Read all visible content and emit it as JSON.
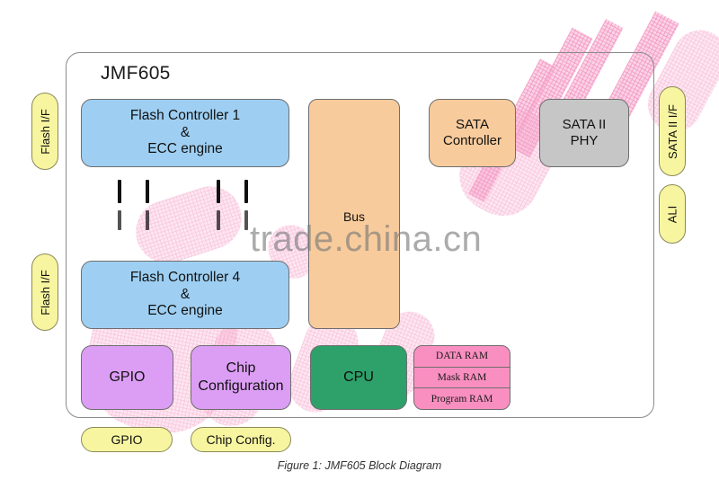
{
  "figure": {
    "caption": "Figure 1: JMF605 Block Diagram",
    "chip_title": "JMF605"
  },
  "colors": {
    "flash_controller": "#9ECFF2",
    "bus": "#F8CB9C",
    "sata_controller": "#F8CB9C",
    "sata_phy": "#C6C6C6",
    "gpio": "#DC9EF5",
    "chip_config": "#DC9EF5",
    "cpu": "#2EA06A",
    "ram": "#F98FC0",
    "interface_pill": "#F7F5A0",
    "container_border": "#8A8A8A"
  },
  "blocks": {
    "flash_controller_1": {
      "line1": "Flash Controller 1",
      "line2": "&",
      "line3": "ECC engine"
    },
    "flash_controller_4": {
      "line1": "Flash Controller 4",
      "line2": "&",
      "line3": "ECC engine"
    },
    "bus": {
      "label": "Bus"
    },
    "sata_controller": {
      "line1": "SATA",
      "line2": "Controller"
    },
    "sata_phy": {
      "line1": "SATA II",
      "line2": "PHY"
    },
    "gpio": {
      "label": "GPIO"
    },
    "chip_configuration": {
      "line1": "Chip",
      "line2": "Configuration"
    },
    "cpu": {
      "label": "CPU"
    },
    "ram": {
      "rows": [
        "DATA RAM",
        "Mask RAM",
        "Program RAM"
      ]
    }
  },
  "interfaces": {
    "left": [
      {
        "label": "Flash I/F"
      },
      {
        "label": "Flash I/F"
      }
    ],
    "right": [
      {
        "label": "SATA II I/F"
      },
      {
        "label": "ALI"
      }
    ],
    "bottom": [
      {
        "label": "GPIO"
      },
      {
        "label": "Chip Config."
      }
    ]
  },
  "watermark": {
    "text": "trade.china.cn"
  }
}
